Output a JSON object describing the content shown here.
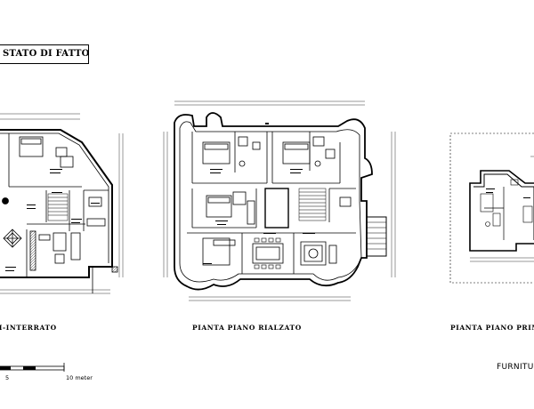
{
  "sheet": {
    "title": "STATO DI FATTO",
    "plans": [
      {
        "caption": "MI-INTERRATO"
      },
      {
        "caption": "PIANTA  PIANO  RIALZATO"
      },
      {
        "caption": "PIANTA  PIANO  PRIMO"
      }
    ],
    "furniture_label": "FURNITU",
    "scale_bar": {
      "mid": "5",
      "end": "10 meter"
    }
  }
}
